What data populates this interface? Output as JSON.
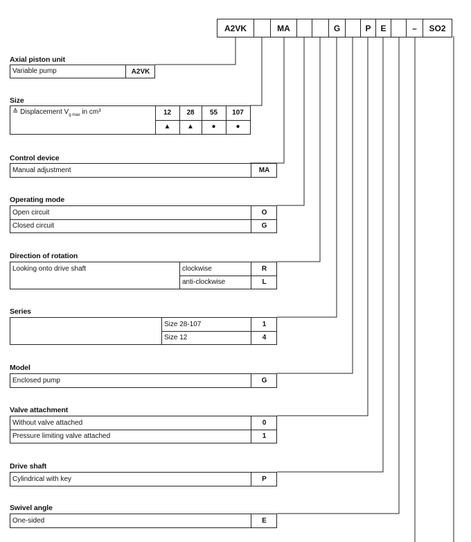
{
  "code": {
    "cells": [
      "A2VK",
      "",
      "MA",
      "",
      "",
      "G",
      "",
      "P",
      "E",
      "",
      "–",
      "SO2"
    ]
  },
  "sections": {
    "axial": {
      "heading": "Axial piston unit",
      "label": "Variable pump",
      "code": "A2VK"
    },
    "size": {
      "heading": "Size",
      "label_prefix": "≙ Displacement V",
      "label_sub": "g max",
      "label_suffix": " in cm³",
      "sizes": [
        "12",
        "28",
        "55",
        "107"
      ],
      "marks": [
        "▲",
        "▲",
        "●",
        "●"
      ]
    },
    "control": {
      "heading": "Control device",
      "label": "Manual adjustment",
      "code": "MA"
    },
    "operating": {
      "heading": "Operating mode",
      "rows": [
        {
          "label": "Open circuit",
          "code": "O"
        },
        {
          "label": "Closed circuit",
          "code": "G"
        }
      ]
    },
    "rotation": {
      "heading": "Direction of rotation",
      "label": "Looking onto drive shaft",
      "rows": [
        {
          "label": "clockwise",
          "code": "R"
        },
        {
          "label": "anti-clockwise",
          "code": "L"
        }
      ]
    },
    "series": {
      "heading": "Series",
      "rows": [
        {
          "label": "Size 28-107",
          "code": "1"
        },
        {
          "label": "Size 12",
          "code": "4"
        }
      ]
    },
    "model": {
      "heading": "Model",
      "label": "Enclosed pump",
      "code": "G"
    },
    "valve": {
      "heading": "Valve attachment",
      "rows": [
        {
          "label": "Without valve attached",
          "code": "0"
        },
        {
          "label": "Pressure limiting valve attached",
          "code": "1"
        }
      ]
    },
    "shaft": {
      "heading": "Drive shaft",
      "label": "Cylindrical with key",
      "code": "P"
    },
    "swivel": {
      "heading": "Swivel angle",
      "label": "One-sided",
      "code": "E"
    }
  }
}
